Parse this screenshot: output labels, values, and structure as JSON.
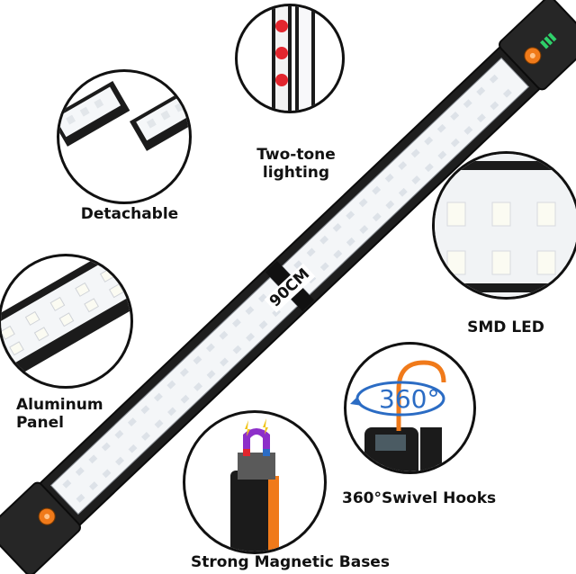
{
  "features": {
    "two_tone": "Two-tone\nlighting",
    "detachable": "Detachable",
    "smd_led": "SMD LED",
    "aluminum": "Aluminum\nPanel",
    "swivel": "360°Swivel Hooks",
    "magnetic": "Strong Magnetic Bases"
  },
  "dimension": "90CM",
  "rotation_text": "360°",
  "colors": {
    "body": "#1e1e1e",
    "panel": "#f4f6f8",
    "led": "#fbfbf2",
    "accent": "#f07a1a",
    "red_led": "#e2262e"
  }
}
